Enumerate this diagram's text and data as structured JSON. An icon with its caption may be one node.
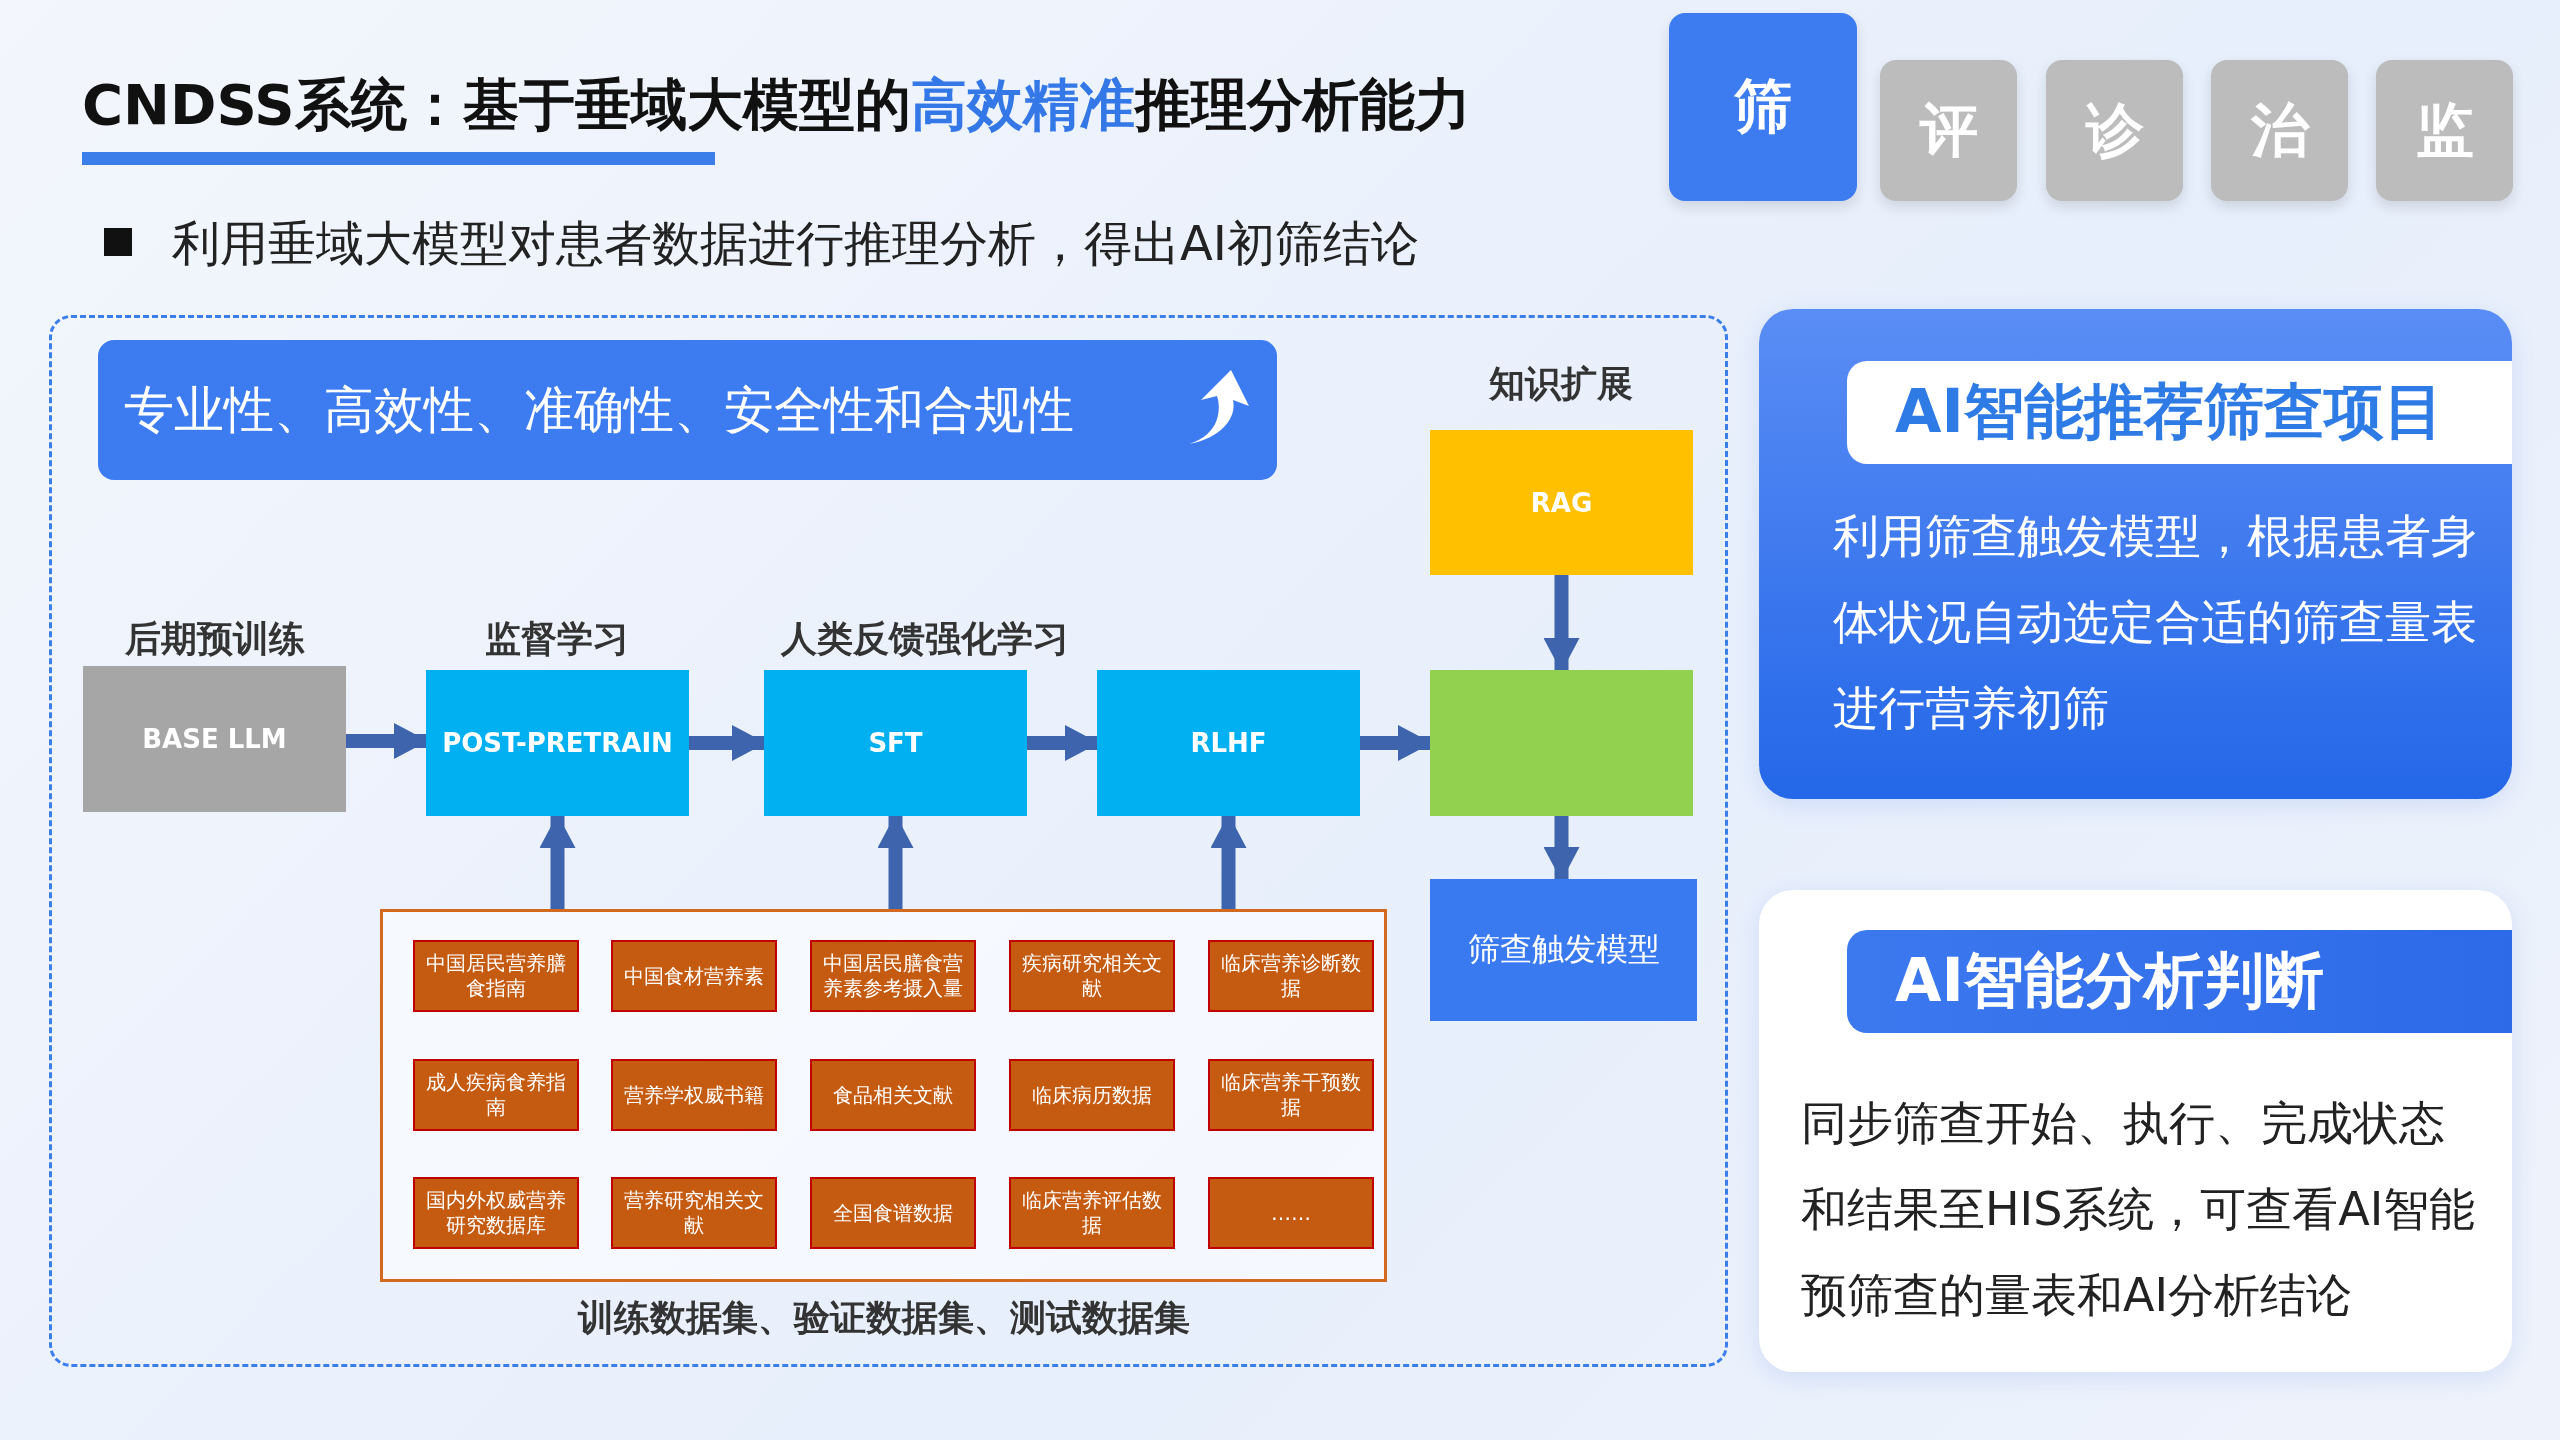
{
  "diagram": {
    "nodes": [
      {
        "text": [
          "专业性、高效性、准确性、安全性和合规性"
        ]
      },
      {
        "text": [
          "BASE LLM"
        ],
        "beside": [
          "后期预训练"
        ]
      },
      {
        "text": [
          "POST-PRETRAIN"
        ],
        "beside": [
          "监督学习"
        ]
      },
      {
        "text": [
          "SFT"
        ]
      },
      {
        "text": [
          "RLHF"
        ]
      },
      {
        "text": [
          "RAG"
        ],
        "beside": [
          "知识扩展"
        ]
      },
      {
        "text": [],
        "shape": "box"
      },
      {
        "text": [
          "筛查触发模型"
        ]
      },
      {
        "text": [
          "训练数据集、验证数据集、测试数据集"
        ]
      },
      {
        "text": [
          "中国居民营养膳食指南"
        ],
        "in": 8
      },
      {
        "text": [
          "中国食材营养素"
        ],
        "in": 8
      },
      {
        "text": [
          "中国居民膳食营养素参考摄入量"
        ],
        "in": 8
      },
      {
        "text": [
          "疾病研究相关文献"
        ],
        "in": 8
      },
      {
        "text": [
          "临床营养诊断数据"
        ],
        "in": 8
      },
      {
        "text": [
          "成人疾病食养指南"
        ],
        "in": 8
      },
      {
        "text": [
          "营养学权威书籍"
        ],
        "in": 8
      },
      {
        "text": [
          "食品相关文献"
        ],
        "in": 8
      },
      {
        "text": [
          "临床病历数据"
        ],
        "in": 8
      },
      {
        "text": [
          "临床营养干预数据"
        ],
        "in": 8
      },
      {
        "text": [
          "国内外权威营养研究数据库"
        ],
        "in": 8
      },
      {
        "text": [
          "营养研究相关文献"
        ],
        "in": 8
      },
      {
        "text": [
          "全国食谱数据"
        ],
        "in": 8
      },
      {
        "text": [
          "临床营养评估数据"
        ],
        "in": 8
      },
      {
        "text": [
          "……"
        ],
        "in": 8
      },
      {
        "text": [
          "AI智能推荐筛查项目",
          "利用筛查触发模型，根据患者身体状况自动选定合适的筛查量表进行营养初筛"
        ]
      },
      {
        "text": [
          "AI智能分析判断",
          "同步筛查开始、执行、完成状态和结果至HIS系统，可查看AI智能预筛查的量表和AI分析结论"
        ]
      },
      {
        "text": [
          "筛"
        ]
      },
      {
        "text": [
          "评"
        ]
      },
      {
        "text": [
          "诊"
        ]
      },
      {
        "text": [
          "治"
        ]
      },
      {
        "text": [
          "监"
        ]
      }
    ],
    "edges": [
      {
        "from": 1,
        "to": 2,
        "arrow": "to"
      },
      {
        "from": 2,
        "to": 3,
        "arrow": "to"
      },
      {
        "from": 3,
        "to": 4,
        "arrow": "to"
      },
      {
        "from": 4,
        "to": 6,
        "arrow": "to"
      },
      {
        "from": 5,
        "to": 6,
        "arrow": "to"
      },
      {
        "from": 6,
        "to": 7,
        "arrow": "to"
      },
      {
        "from": 8,
        "to": 2,
        "arrow": "to"
      },
      {
        "from": 8,
        "to": 3,
        "arrow": "to"
      },
      {
        "from": 8,
        "to": 4,
        "arrow": "to"
      }
    ],
    "labels": [
      "CNDSS系统：基于垂域大模型的",
      "高效精准",
      "推理分析能力",
      "利用垂域大模型对患者数据进行推理分析，得出AI初筛结论",
      "人类反馈强化学习"
    ]
  }
}
